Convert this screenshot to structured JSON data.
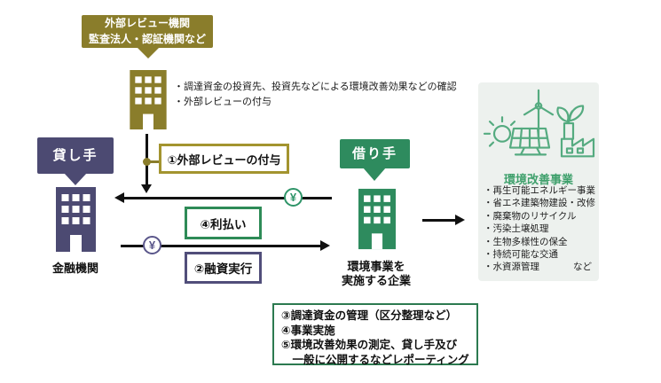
{
  "reviewer": {
    "bubble_line1": "外部レビュー機関",
    "bubble_line2": "監査法人・認証機関など",
    "note1": "・調達資金の投資先、投資先などによる環境改善効果などの確認",
    "note2": "・外部レビューの付与"
  },
  "lender": {
    "bubble": "貸し手",
    "name": "金融機関"
  },
  "borrower": {
    "bubble": "借り手",
    "name_line1": "環境事業を",
    "name_line2": "実施する企業"
  },
  "flows": {
    "review": "①外部レビューの付与",
    "interest": "④利払い",
    "loan": "②融資実行",
    "yen": "¥"
  },
  "projects": {
    "title": "環境改善事業",
    "items": [
      "・再生可能エネルギー事業",
      "・省エネ建築物建設・改修",
      "・廃棄物のリサイクル",
      "・汚染土壌処理",
      "・生物多様性の保全",
      "・持続可能な交通",
      "・水資源管理"
    ],
    "etc": "など"
  },
  "obligations": {
    "line1": "③調達資金の管理（区分整理など）",
    "line2": "④事業実施",
    "line3": "⑤環境改善効果の測定、貸し手及び",
    "line4": "　一般に公開するなどレポーティング"
  },
  "colors": {
    "reviewer_olive": "#8a7d2b",
    "review_box_border": "#a3942f",
    "lender_purple": "#4c4a72",
    "borrower_green": "#2e8b5e",
    "interest_box_border": "#2e8b57",
    "loan_box_border": "#514e7a",
    "obligations_box_border": "#2c7a50",
    "panel_bg": "#edf1ee",
    "panel_title_green": "#3fa06c",
    "icon_green": "#55ab80",
    "arrow_black": "#111111"
  }
}
